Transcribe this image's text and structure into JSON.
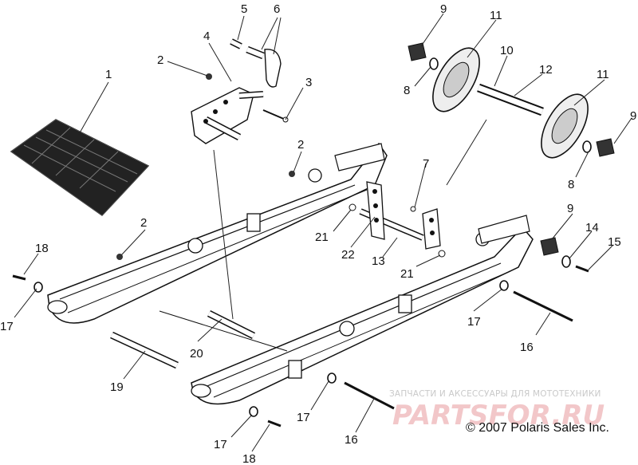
{
  "callouts": {
    "c1": "1",
    "c2a": "2",
    "c2b": "2",
    "c2c": "2",
    "c3": "3",
    "c4": "4",
    "c5": "5",
    "c6": "6",
    "c7": "7",
    "c8a": "8",
    "c8b": "8",
    "c9a": "9",
    "c9b": "9",
    "c9c": "9",
    "c10": "10",
    "c11a": "11",
    "c11b": "11",
    "c12": "12",
    "c13": "13",
    "c14": "14",
    "c15": "15",
    "c16a": "16",
    "c16b": "16",
    "c17a": "17",
    "c17b": "17",
    "c17c": "17",
    "c17d": "17",
    "c18a": "18",
    "c18b": "18",
    "c19": "19",
    "c20": "20",
    "c21a": "21",
    "c21b": "21",
    "c22": "22"
  },
  "watermark": {
    "tagline": "ЗАПЧАСТИ И АКСЕССУАРЫ ДЛЯ МОТОТЕХНИКИ",
    "logo": "PARTSFOR.RU"
  },
  "copyright": "© 2007 Polaris Sales Inc."
}
